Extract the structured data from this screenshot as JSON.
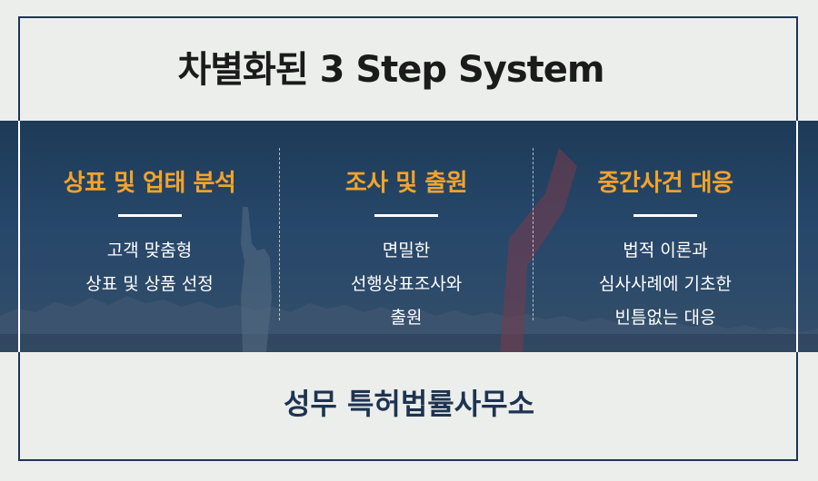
{
  "title": "차별화된 3 Step System",
  "steps": [
    {
      "heading": "상표 및 업태 분석",
      "lines": [
        "고객 맞춤형",
        "상표 및 상품 선정"
      ]
    },
    {
      "heading": "조사 및 출원",
      "lines": [
        "면밀한",
        "선행상표조사와",
        "출원"
      ]
    },
    {
      "heading": "중간사건 대응",
      "lines": [
        "법적 이론과",
        "심사사례에 기초한",
        "빈틈없는 대응"
      ]
    }
  ],
  "footer": "성무 특허법률사무소",
  "colors": {
    "accent": "#f3a32c",
    "navy": "#1d3450",
    "band": "#27476a",
    "background": "#eceeec"
  }
}
